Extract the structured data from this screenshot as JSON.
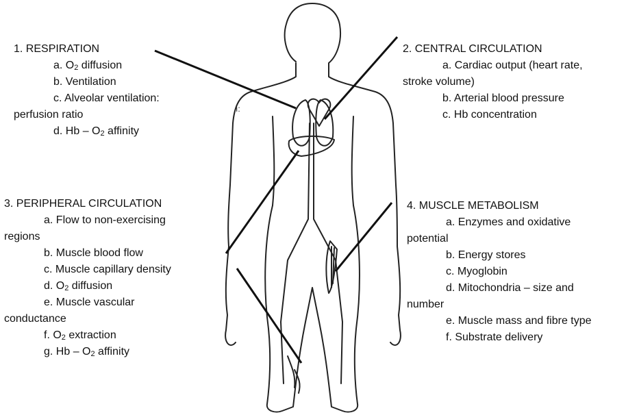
{
  "respiration": {
    "heading": "1. RESPIRATION",
    "items": [
      {
        "pre": "a. O",
        "sub": "2",
        "post": " diffusion"
      },
      {
        "pre": "b. Ventilation",
        "sub": "",
        "post": ""
      },
      {
        "pre": "c. Alveolar ventilation:",
        "sub": "",
        "post": ""
      },
      {
        "pre": "perfusion ratio",
        "sub": "",
        "post": ""
      },
      {
        "pre": "d. Hb – O",
        "sub": "2",
        "post": " affinity"
      }
    ]
  },
  "central": {
    "heading": "2. CENTRAL CIRCULATION",
    "items": [
      {
        "pre": "a. Cardiac output (heart rate,",
        "sub": "",
        "post": ""
      },
      {
        "pre": "stroke volume)",
        "sub": "",
        "post": ""
      },
      {
        "pre": "b. Arterial blood pressure",
        "sub": "",
        "post": ""
      },
      {
        "pre": "c. Hb concentration",
        "sub": "",
        "post": ""
      }
    ]
  },
  "peripheral": {
    "heading": "3. PERIPHERAL CIRCULATION",
    "items": [
      {
        "pre": "a. Flow to non-exercising",
        "sub": "",
        "post": ""
      },
      {
        "pre": "regions",
        "sub": "",
        "post": ""
      },
      {
        "pre": "b. Muscle blood flow",
        "sub": "",
        "post": ""
      },
      {
        "pre": "c. Muscle capillary density",
        "sub": "",
        "post": ""
      },
      {
        "pre": "d. O",
        "sub": "2",
        "post": " diffusion"
      },
      {
        "pre": "e. Muscle vascular",
        "sub": "",
        "post": ""
      },
      {
        "pre": "conductance",
        "sub": "",
        "post": ""
      },
      {
        "pre": "f. O",
        "sub": "2",
        "post": " extraction"
      },
      {
        "pre": "g. Hb – O",
        "sub": "2",
        "post": " affinity"
      }
    ]
  },
  "muscle": {
    "heading": "4. MUSCLE METABOLISM",
    "items": [
      {
        "pre": "a. Enzymes and oxidative",
        "sub": "",
        "post": ""
      },
      {
        "pre": "potential",
        "sub": "",
        "post": ""
      },
      {
        "pre": "b. Energy stores",
        "sub": "",
        "post": ""
      },
      {
        "pre": "c. Myoglobin",
        "sub": "",
        "post": ""
      },
      {
        "pre": "d. Mitochondria – size and",
        "sub": "",
        "post": ""
      },
      {
        "pre": "number",
        "sub": "",
        "post": ""
      },
      {
        "pre": "e. Muscle mass and fibre type",
        "sub": "",
        "post": ""
      },
      {
        "pre": "f. Substrate delivery",
        "sub": "",
        "post": ""
      }
    ]
  },
  "stray_mark": "ı:",
  "colors": {
    "line": "#111111",
    "outline": "#222222",
    "background": "#ffffff"
  }
}
